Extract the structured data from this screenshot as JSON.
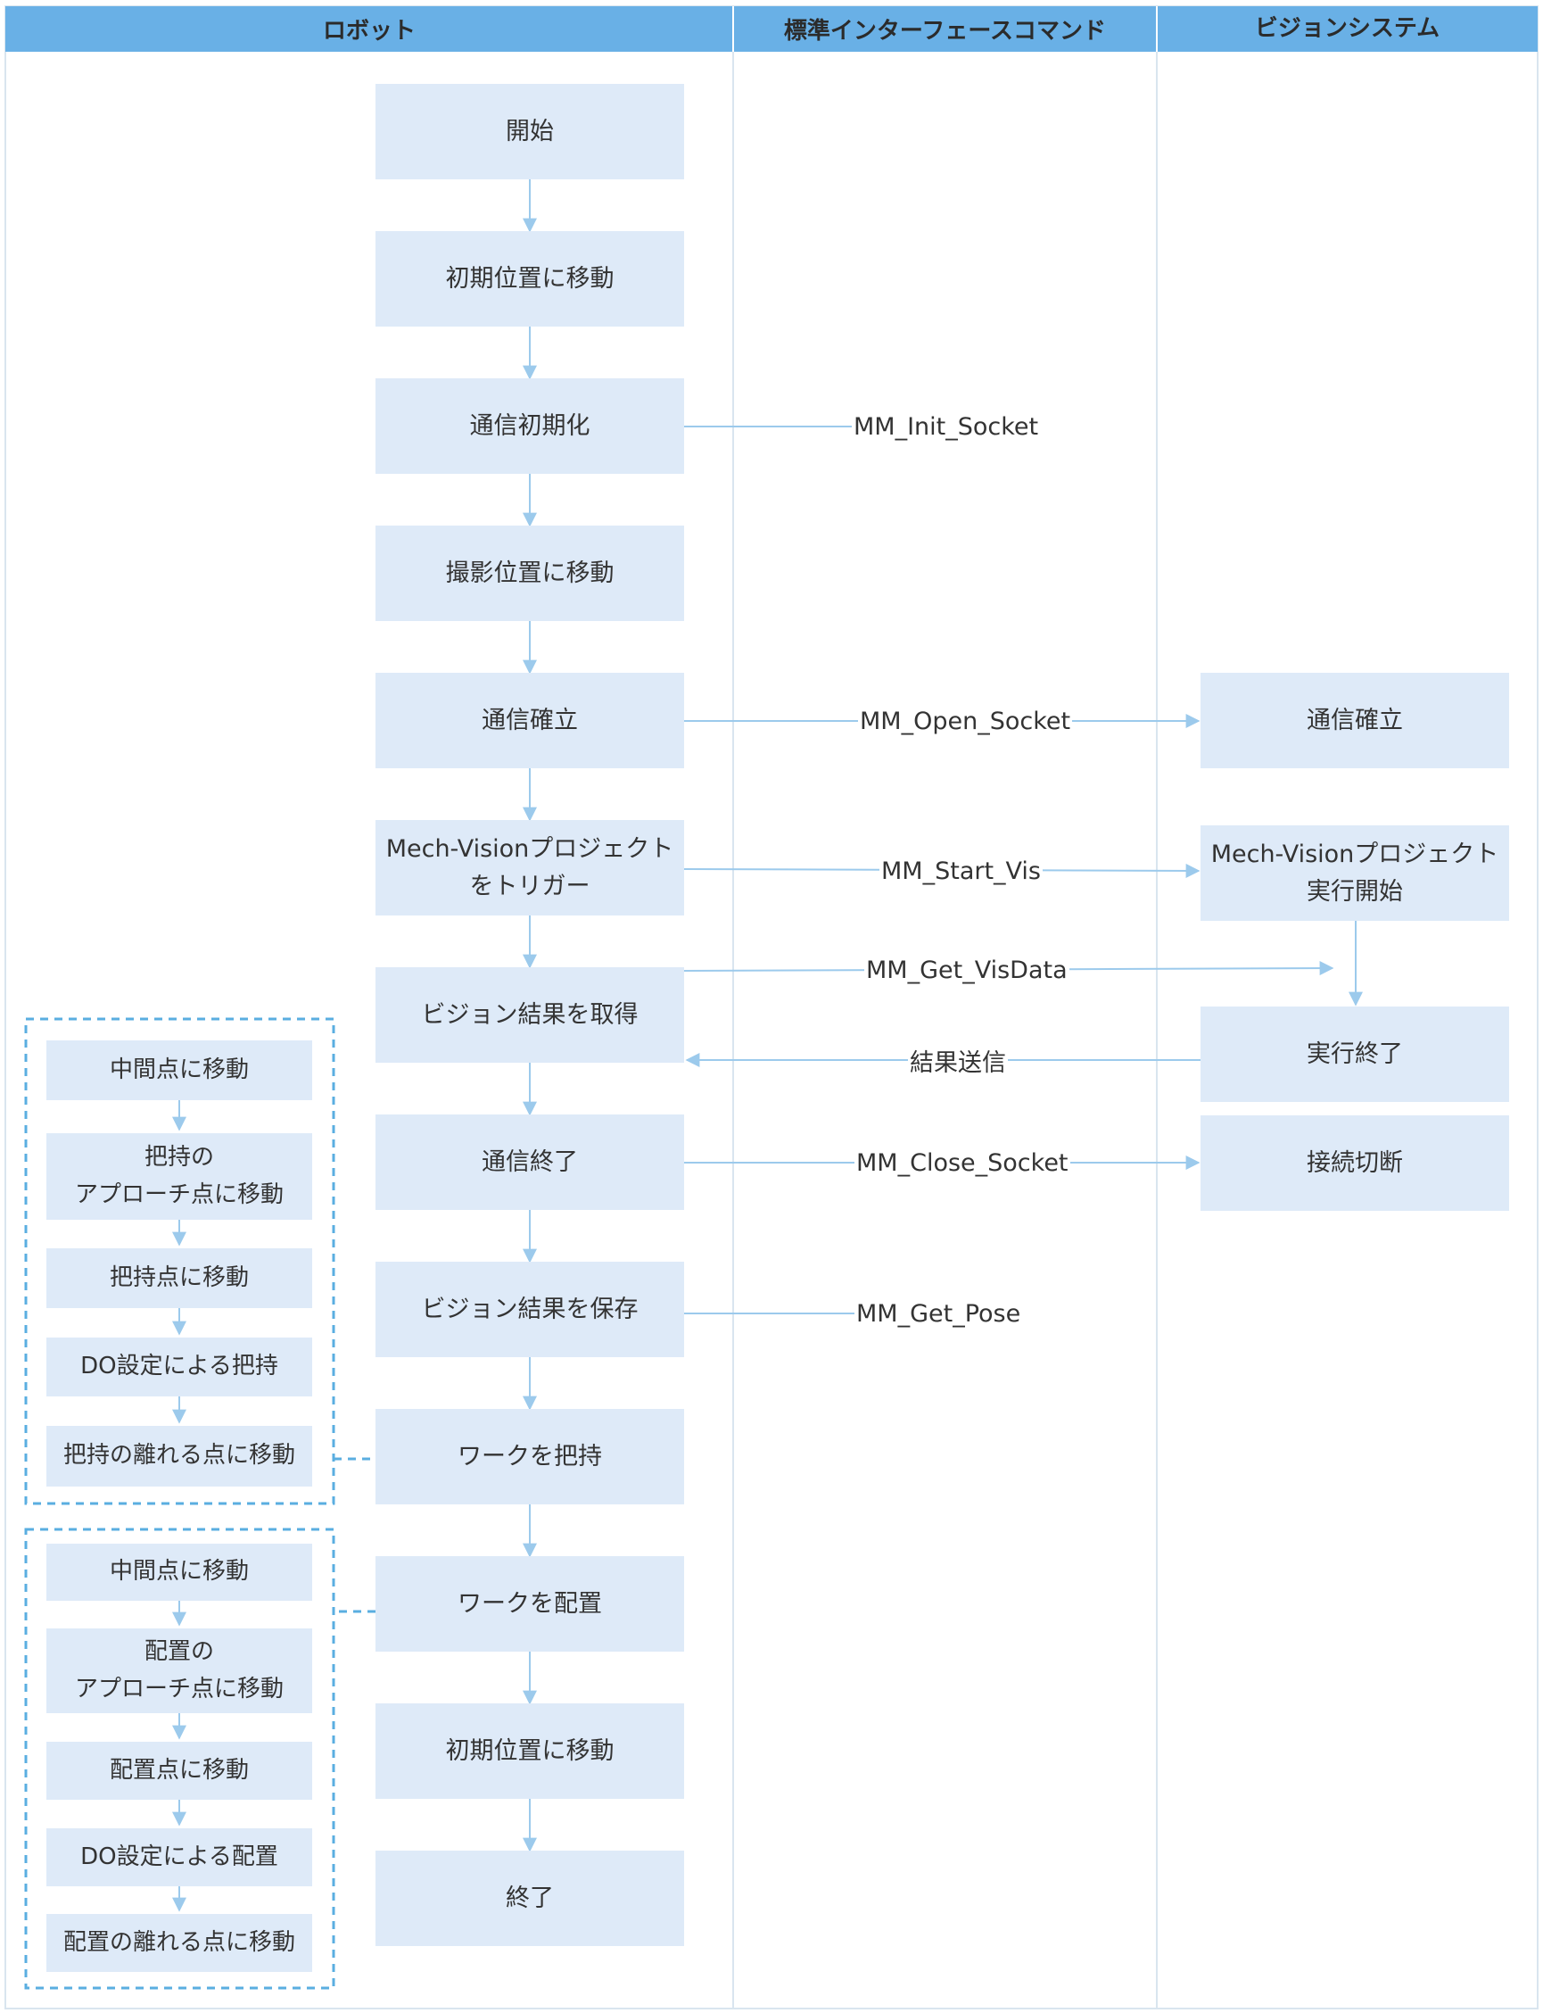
{
  "colors": {
    "header_bg": "#69b0e6",
    "box_bg": "#deeaf8",
    "connector": "#9ccaec",
    "dashed_border": "#5aaee0",
    "lane_border": "#d9e5ef"
  },
  "lanes": {
    "robot": "ロボット",
    "interface": "標準インターフェースコマンド",
    "vision": "ビジョンシステム"
  },
  "robot_steps": [
    "開始",
    "初期位置に移動",
    "通信初期化",
    "撮影位置に移動",
    "通信確立",
    "Mech-Visionプロジェクト\nをトリガー",
    "ビジョン結果を取得",
    "通信終了",
    "ビジョン結果を保存",
    "ワークを把持",
    "ワークを配置",
    "初期位置に移動",
    "終了"
  ],
  "commands": {
    "init_socket": "MM_Init_Socket",
    "open_socket": "MM_Open_Socket",
    "start_vis": "MM_Start_Vis",
    "get_visdata": "MM_Get_VisData",
    "result_send": "結果送信",
    "close_socket": "MM_Close_Socket",
    "get_pose": "MM_Get_Pose"
  },
  "vision_steps": [
    "通信確立",
    "Mech-Visionプロジェクト\n実行開始",
    "実行終了",
    "接続切断"
  ],
  "pick_substeps": [
    "中間点に移動",
    "把持の\nアプローチ点に移動",
    "把持点に移動",
    "DO設定による把持",
    "把持の離れる点に移動"
  ],
  "place_substeps": [
    "中間点に移動",
    "配置の\nアプローチ点に移動",
    "配置点に移動",
    "DO設定による配置",
    "配置の離れる点に移動"
  ]
}
